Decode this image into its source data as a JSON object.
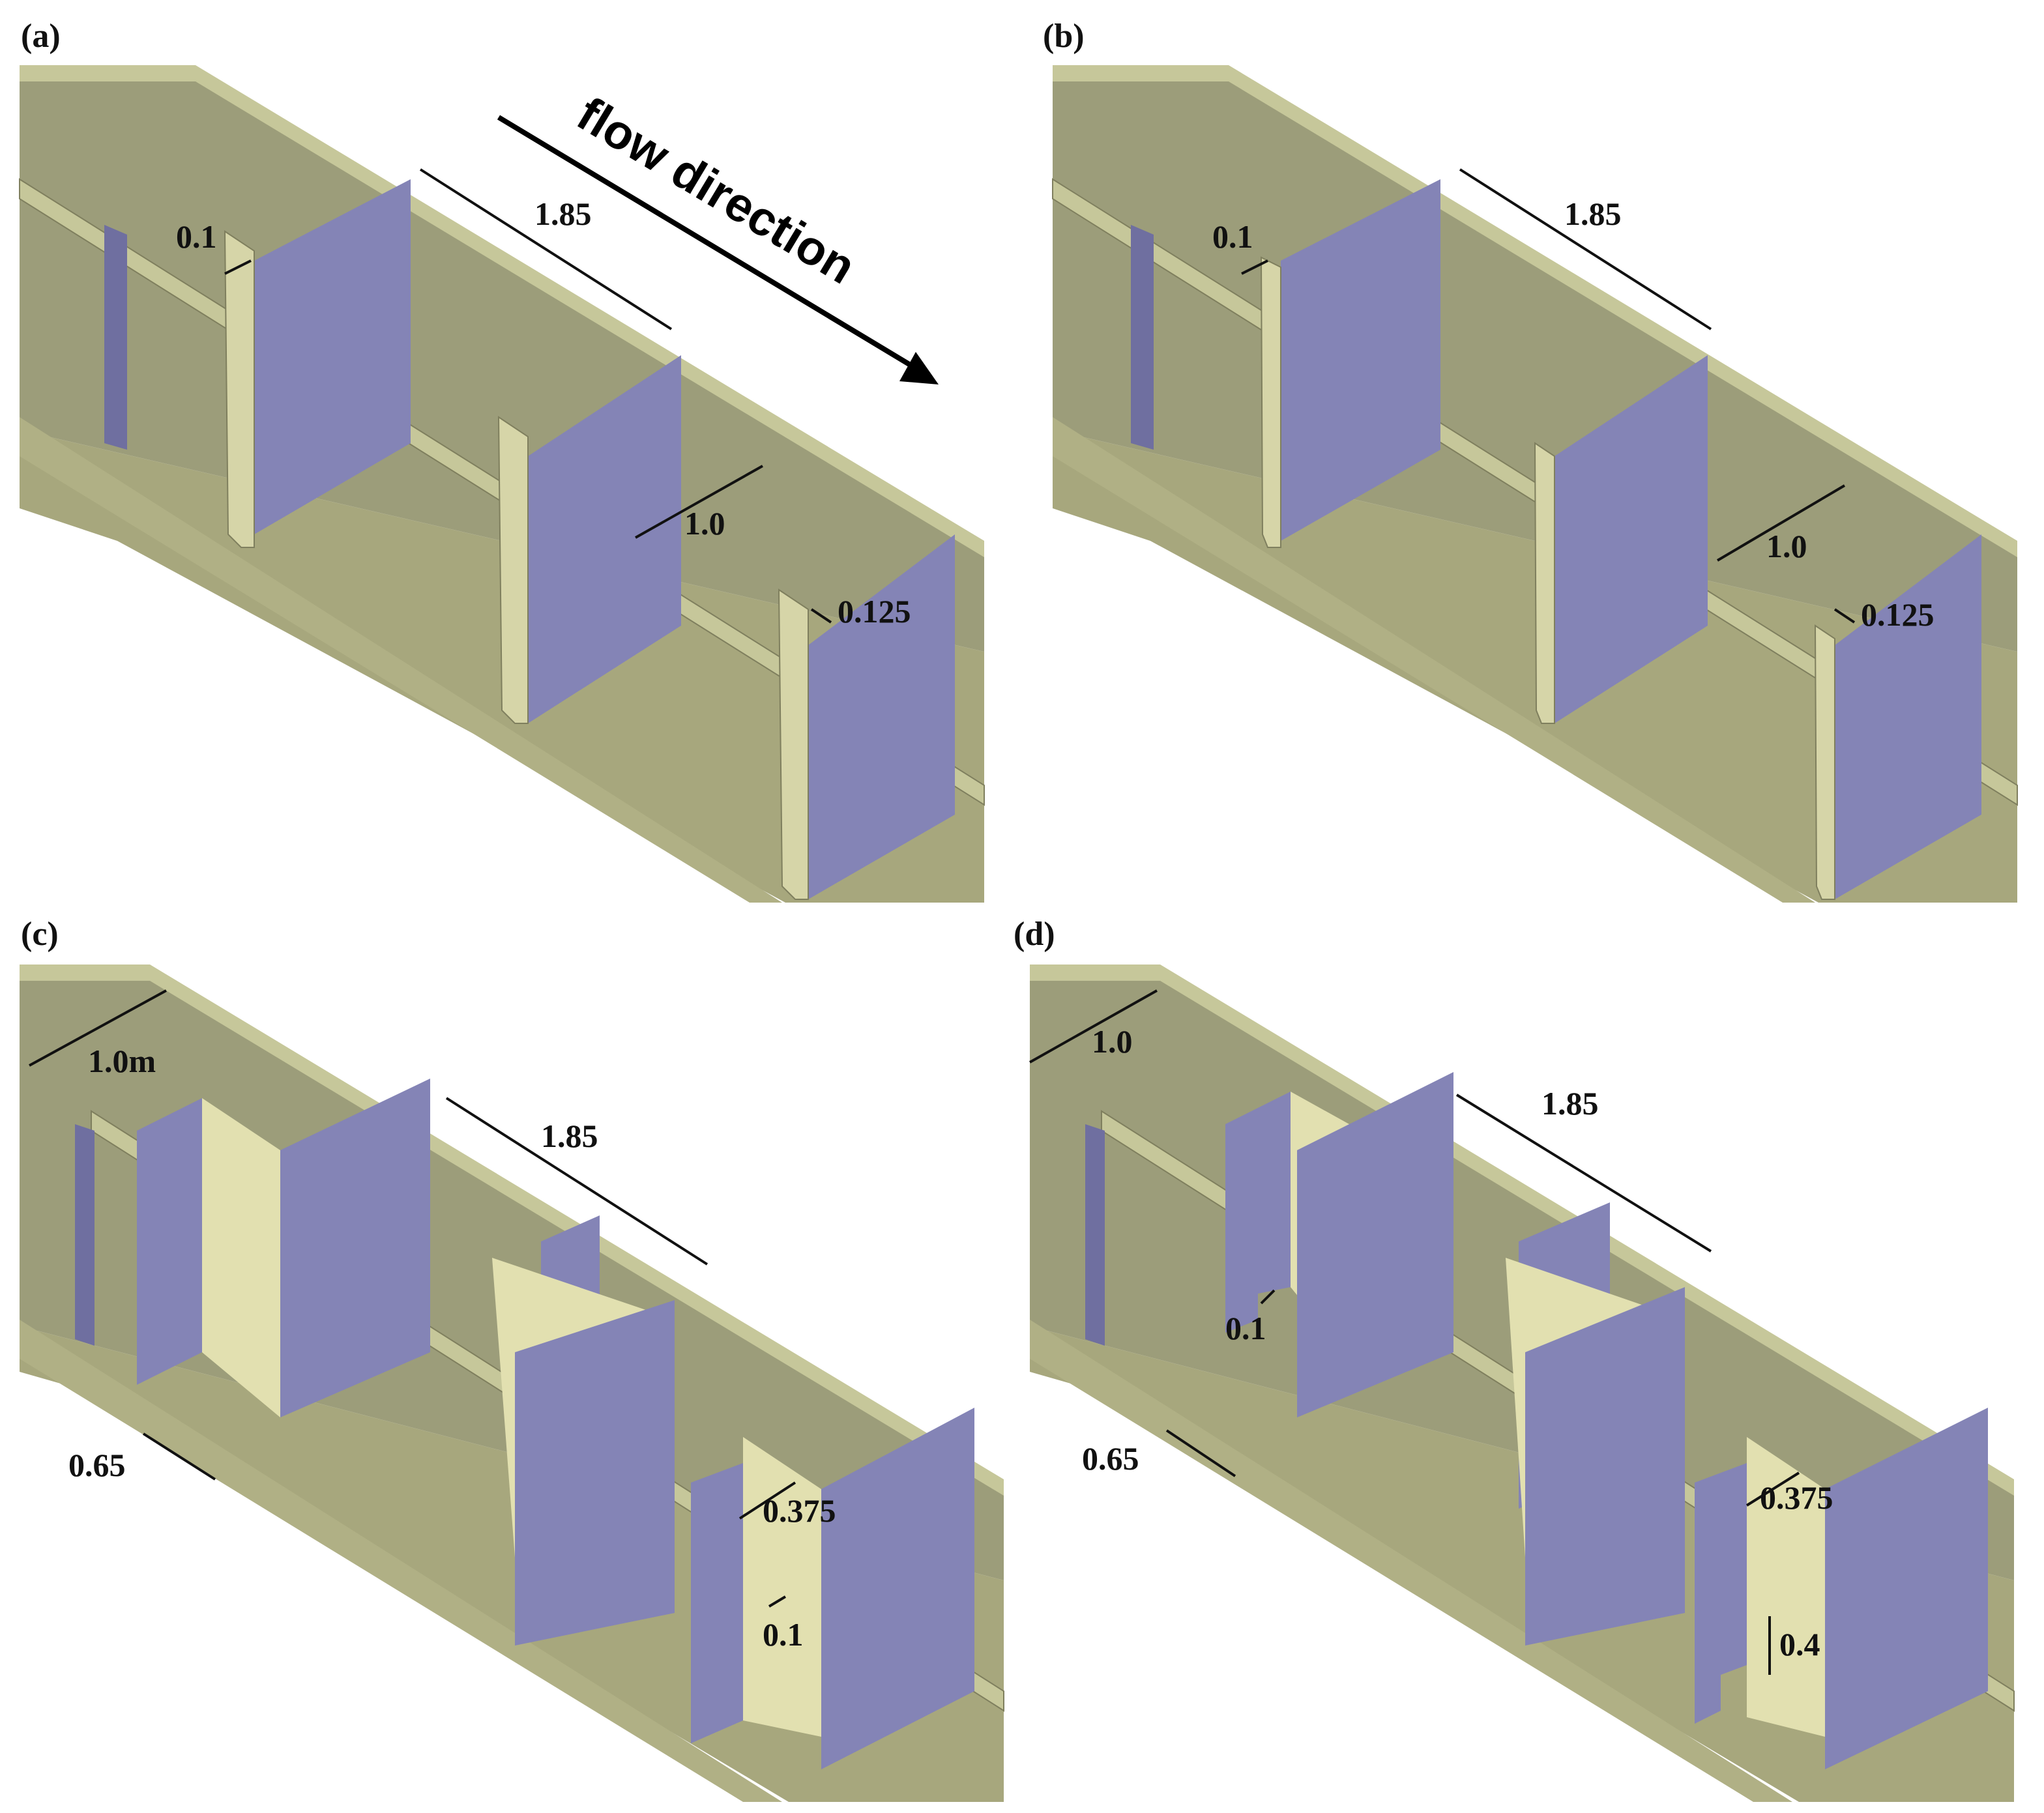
{
  "panels": [
    {
      "label": "(a)",
      "dims": [
        "0.1",
        "1.85",
        "1.0",
        "0.125"
      ]
    },
    {
      "label": "(b)",
      "dims": [
        "0.1",
        "1.85",
        "1.0",
        "0.125"
      ]
    },
    {
      "label": "(c)",
      "dims": [
        "1.0m",
        "1.85",
        "0.65",
        "0.375",
        "0.1"
      ]
    },
    {
      "label": "(d)",
      "dims": [
        "1.0",
        "1.85",
        "0.1",
        "0.65",
        "0.375",
        "0.4"
      ]
    }
  ],
  "flow_label": "flow direction",
  "colors": {
    "channel_top": "#c6c79a",
    "channel_side": "#b0b085",
    "channel_floor": "#a7a77d",
    "channel_wall": "#9c9d7a",
    "baffle": "#8484b6",
    "baffle_dark": "#6f6fa0",
    "slot": "#e2e0b0",
    "post": "#d6d5a8"
  }
}
